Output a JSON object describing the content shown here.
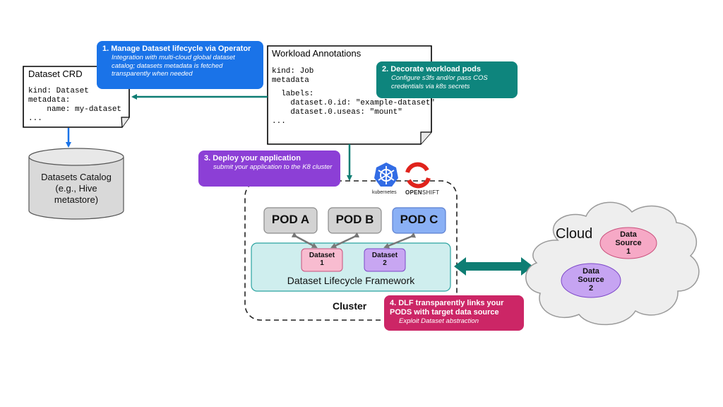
{
  "dataset_crd": {
    "title": "Dataset CRD",
    "lines": [
      "kind: Dataset",
      "metadata:",
      "    name: my-dataset",
      "..."
    ]
  },
  "workload_annotations": {
    "title": "Workload Annotations",
    "lines": [
      "kind: Job",
      "metadata",
      "",
      "  labels:",
      "    dataset.0.id: \"example-dataset\"",
      "    dataset.0.useas: \"mount\"",
      "..."
    ]
  },
  "callouts": {
    "step1": {
      "title": "1. Manage Dataset lifecycle via Operator",
      "subtitle": "Integration with multi-cloud global dataset catalog; datasets metadata is fetched transparently when needed"
    },
    "step2": {
      "title": "2. Decorate workload pods",
      "subtitle": "Configure s3fs and/or pass COS credentials via k8s secrets"
    },
    "step3": {
      "title": "3. Deploy your application",
      "subtitle": "submit your application to the K8 cluster"
    },
    "step4": {
      "title": "4. DLF transparently links your PODS with target data source",
      "subtitle": "Exploit Dataset abstraction"
    }
  },
  "catalog": {
    "label": "Datasets Catalog (e.g., Hive metastore)"
  },
  "logos": {
    "kubernetes": "kubernetes",
    "openshift_open": "OPEN",
    "openshift_shift": "SHIFT"
  },
  "cluster": {
    "label": "Cluster",
    "pods": [
      "POD A",
      "POD B",
      "POD C"
    ],
    "framework_label": "Dataset Lifecycle Framework",
    "datasets": [
      {
        "line1": "Dataset",
        "line2": "1"
      },
      {
        "line1": "Dataset",
        "line2": "2"
      }
    ]
  },
  "cloud": {
    "label": "Cloud",
    "sources": [
      {
        "line1": "Data",
        "line2": "Source",
        "line3": "1"
      },
      {
        "line1": "Data",
        "line2": "Source",
        "line3": "2"
      }
    ]
  },
  "colors": {
    "step1": "#1a73e8",
    "step2": "#0e857d",
    "step3": "#8c3fd6",
    "step4": "#cc2666",
    "teal_arrow": "#0e7d73",
    "blue_arrow": "#1a73e8",
    "pod_gray": "#d3d3d3",
    "pod_blue": "#8ab0f5",
    "framework": "#cfeeee",
    "dataset1": "#f8bcd0",
    "dataset2": "#c8a6f2",
    "source1": "#f6a9c6",
    "source2": "#c6a4f2",
    "cloud": "#eeeeee"
  }
}
